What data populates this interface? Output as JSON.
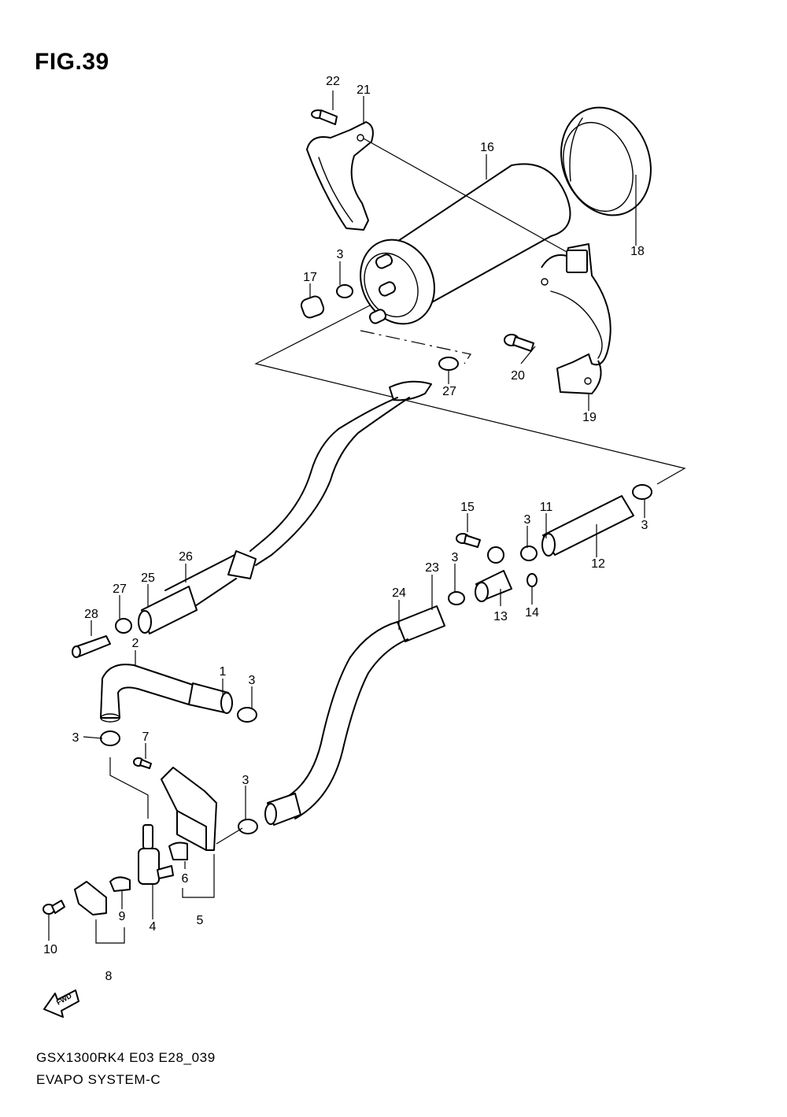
{
  "figure": {
    "title": "FIG.39"
  },
  "footer": {
    "code": "GSX1300RK4 E03 E28_039",
    "name": "EVAPO SYSTEM-C"
  },
  "fwd_label": "FWD",
  "callouts": [
    "22",
    "21",
    "16",
    "18",
    "3",
    "17",
    "20",
    "27",
    "19",
    "15",
    "11",
    "3",
    "3",
    "12",
    "26",
    "3",
    "23",
    "25",
    "27",
    "24",
    "13",
    "14",
    "28",
    "2",
    "1",
    "3",
    "3",
    "7",
    "3",
    "6",
    "9",
    "4",
    "5",
    "10",
    "8"
  ]
}
